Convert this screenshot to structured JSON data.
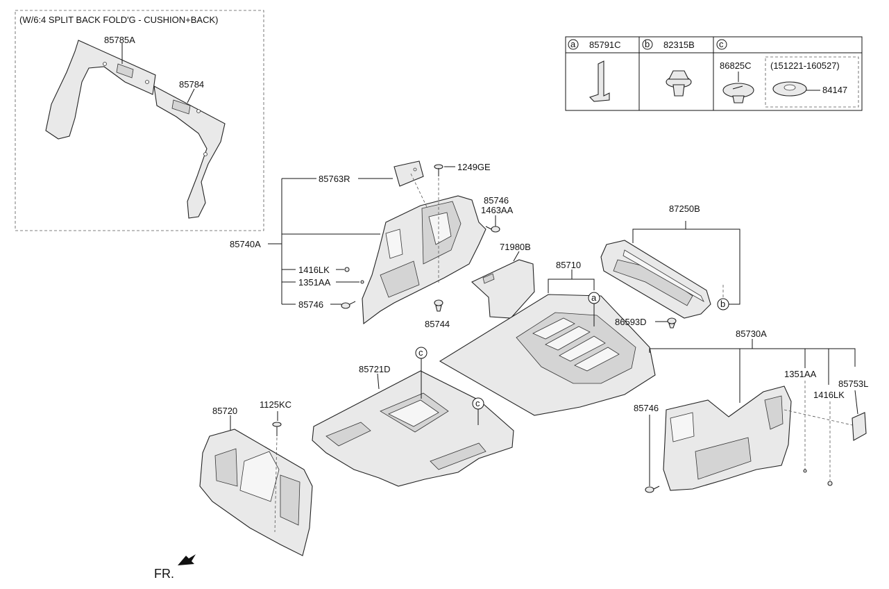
{
  "inset": {
    "title": "(W/6:4 SPLIT BACK FOLD'G - CUSHION+BACK)",
    "labels": {
      "p85785a": "85785A",
      "p85784": "85784"
    }
  },
  "legend": {
    "cols": [
      {
        "letter": "a",
        "part": "85791C"
      },
      {
        "letter": "b",
        "part": "82315B"
      },
      {
        "letter": "c",
        "part": ""
      }
    ],
    "c_main": "86825C",
    "c_range": "(151221-160527)",
    "c_sub": "84147"
  },
  "labels": {
    "p1249ge": "1249GE",
    "p85763r": "85763R",
    "p85746_top": "85746",
    "p1463aa": "1463AA",
    "p85740a": "85740A",
    "p1416lk_l": "1416LK",
    "p1351aa_l": "1351AA",
    "p85746_l": "85746",
    "p85744": "85744",
    "p71980b": "71980B",
    "p85710": "85710",
    "p87250b": "87250B",
    "p86593d": "86593D",
    "p85730a": "85730A",
    "p1351aa_r": "1351AA",
    "p85753l": "85753L",
    "p1416lk_r": "1416LK",
    "p85746_r": "85746",
    "p85721d": "85721D",
    "p85720": "85720",
    "p1125kc": "1125KC",
    "fr": "FR."
  },
  "markers": {
    "a": "a",
    "b": "b",
    "c": "c"
  }
}
